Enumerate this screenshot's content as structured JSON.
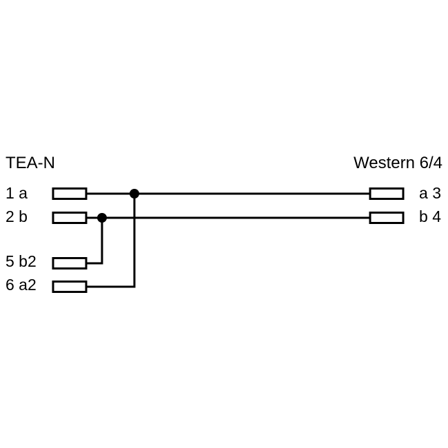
{
  "diagram": {
    "background_color": "#ffffff",
    "line_color": "#000000",
    "left_connector": {
      "title": "TEA-N",
      "pins": [
        {
          "label": "1 a"
        },
        {
          "label": "2 b"
        },
        {
          "label": "5 b2"
        },
        {
          "label": "6 a2"
        }
      ]
    },
    "right_connector": {
      "title": "Western 6/4",
      "pins": [
        {
          "label": "a 3"
        },
        {
          "label": "b 4"
        }
      ]
    },
    "connections": [
      {
        "from": "1 a",
        "to": "a 3"
      },
      {
        "from": "2 b",
        "to": "b 4"
      },
      {
        "from": "5 b2",
        "to": "2 b",
        "via": "junction-dot"
      },
      {
        "from": "6 a2",
        "to": "1 a",
        "via": "junction-dot"
      }
    ]
  }
}
